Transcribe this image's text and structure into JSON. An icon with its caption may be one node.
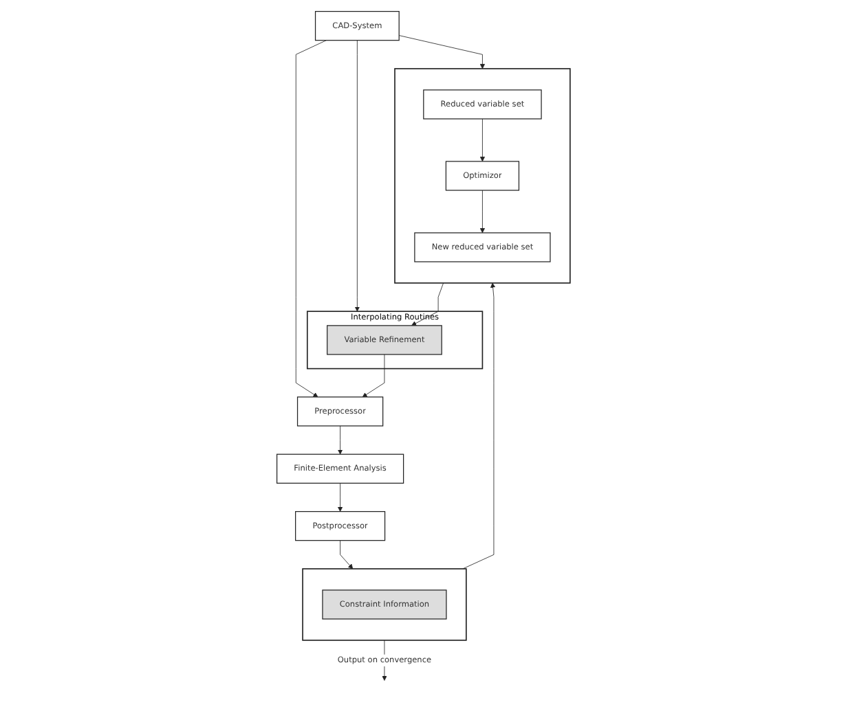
{
  "diagram": {
    "nodes": [
      {
        "text": [
          "CAD-System"
        ]
      },
      {
        "text": [
          "Preprocessor"
        ]
      },
      {
        "text": [
          "Finite-Element Analysis"
        ]
      },
      {
        "text": [
          "Postprocessor"
        ]
      },
      {
        "text": [
          "Interpolating Routines"
        ]
      },
      {
        "text": [
          "Variable Refinement"
        ],
        "in": 4
      },
      {
        "text": [],
        "shape": "box"
      },
      {
        "text": [
          "Constraint Information"
        ],
        "in": 6
      },
      {
        "text": [],
        "shape": "box"
      },
      {
        "text": [
          "New reduced variable set"
        ],
        "in": 8
      },
      {
        "text": [
          "Optimizor"
        ],
        "in": 8
      },
      {
        "text": [
          "Reduced variable set"
        ],
        "in": 8
      }
    ],
    "edges": [
      {
        "from": 0,
        "to": 1,
        "arrow": "to"
      },
      {
        "from": 0,
        "to": 4,
        "arrow": "to"
      },
      {
        "from": 0,
        "to": 8,
        "arrow": "to"
      },
      {
        "from": 1,
        "to": 2,
        "arrow": "to"
      },
      {
        "from": 2,
        "to": 3,
        "arrow": "to"
      },
      {
        "from": 5,
        "to": 1,
        "arrow": "to"
      },
      {
        "from": 8,
        "to": 5,
        "arrow": "to"
      },
      {
        "from": 3,
        "to": 6,
        "arrow": "to"
      },
      {
        "from": 6,
        "to": 8,
        "arrow": "to"
      },
      {
        "from": 11,
        "to": 10,
        "arrow": "to"
      },
      {
        "from": 10,
        "to": 9,
        "arrow": "to"
      },
      {
        "from": 6,
        "to": null,
        "arrow": "to",
        "label": "Output on convergence"
      }
    ]
  }
}
